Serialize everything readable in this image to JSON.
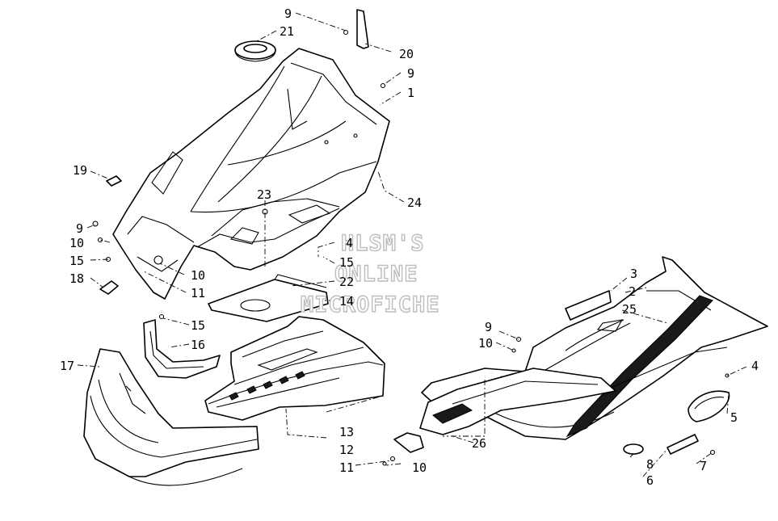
{
  "watermark": {
    "line1": "HLSM'S",
    "line2": "ONLINE",
    "line3": "MICROFICHE"
  },
  "callouts": [
    {
      "id": "c-9-top",
      "text": "9"
    },
    {
      "id": "c-21",
      "text": "21"
    },
    {
      "id": "c-20",
      "text": "20"
    },
    {
      "id": "c-9-hood",
      "text": "9"
    },
    {
      "id": "c-1",
      "text": "1"
    },
    {
      "id": "c-19",
      "text": "19"
    },
    {
      "id": "c-23",
      "text": "23"
    },
    {
      "id": "c-24",
      "text": "24"
    },
    {
      "id": "c-9-left",
      "text": "9"
    },
    {
      "id": "c-10-left",
      "text": "10"
    },
    {
      "id": "c-15-left",
      "text": "15"
    },
    {
      "id": "c-18",
      "text": "18"
    },
    {
      "id": "c-10-mid",
      "text": "10"
    },
    {
      "id": "c-11-mid",
      "text": "11"
    },
    {
      "id": "c-4-center",
      "text": "4"
    },
    {
      "id": "c-15-center",
      "text": "15"
    },
    {
      "id": "c-22",
      "text": "22"
    },
    {
      "id": "c-14",
      "text": "14"
    },
    {
      "id": "c-15-low",
      "text": "15"
    },
    {
      "id": "c-16",
      "text": "16"
    },
    {
      "id": "c-17",
      "text": "17"
    },
    {
      "id": "c-13",
      "text": "13"
    },
    {
      "id": "c-12",
      "text": "12"
    },
    {
      "id": "c-11-bottom",
      "text": "11"
    },
    {
      "id": "c-10-bottom",
      "text": "10"
    },
    {
      "id": "c-26",
      "text": "26"
    },
    {
      "id": "c-9-right",
      "text": "9"
    },
    {
      "id": "c-10-right",
      "text": "10"
    },
    {
      "id": "c-3",
      "text": "3"
    },
    {
      "id": "c-2",
      "text": "2"
    },
    {
      "id": "c-25",
      "text": "25"
    },
    {
      "id": "c-4-right",
      "text": "4"
    },
    {
      "id": "c-5",
      "text": "5"
    },
    {
      "id": "c-8",
      "text": "8"
    },
    {
      "id": "c-6",
      "text": "6"
    },
    {
      "id": "c-7",
      "text": "7"
    }
  ]
}
